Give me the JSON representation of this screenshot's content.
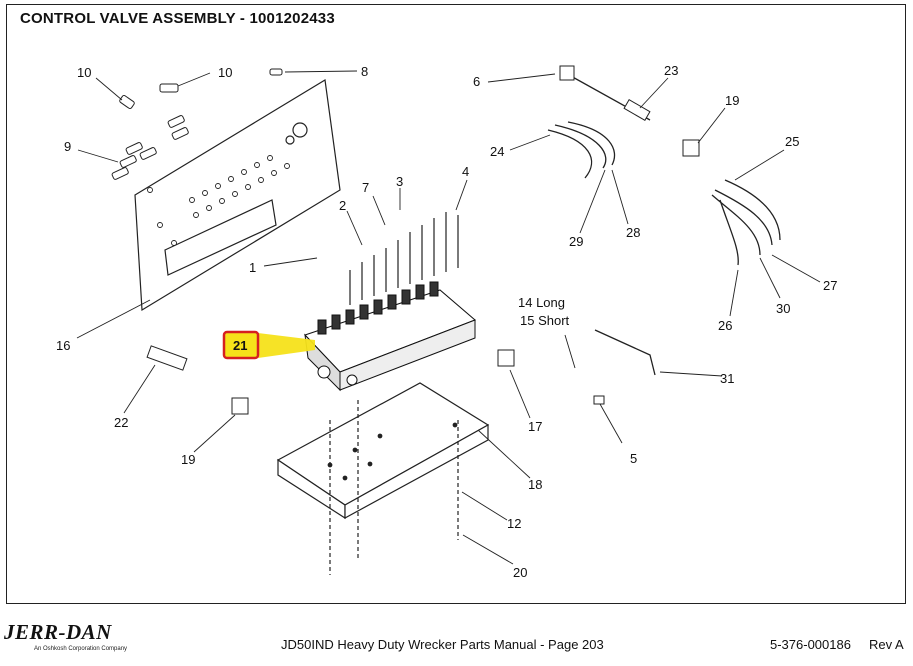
{
  "document": {
    "title": "CONTROL VALVE ASSEMBLY - 1001202433"
  },
  "callouts": {
    "c1": "1",
    "c2": "2",
    "c3": "3",
    "c4": "4",
    "c5": "5",
    "c6": "6",
    "c7": "7",
    "c8": "8",
    "c9": "9",
    "c10a": "10",
    "c10b": "10",
    "c12": "12",
    "c14": "14 Long",
    "c15": "15 Short",
    "c16": "16",
    "c17": "17",
    "c18": "18",
    "c19a": "19",
    "c19b": "19",
    "c20": "20",
    "c21": "21",
    "c22": "22",
    "c23": "23",
    "c24": "24",
    "c25": "25",
    "c26": "26",
    "c27": "27",
    "c28": "28",
    "c29": "29",
    "c30": "30",
    "c31": "31"
  },
  "highlight": {
    "color": "#f6e21a",
    "border": "#d62020"
  },
  "footer": {
    "logo": "JERR-DAN",
    "logo_sub": "An Oshkosh Corporation Company",
    "manual": "JD50IND Heavy Duty Wrecker Parts Manual - Page 203",
    "part_number": "5-376-000186",
    "revision": "Rev A"
  }
}
